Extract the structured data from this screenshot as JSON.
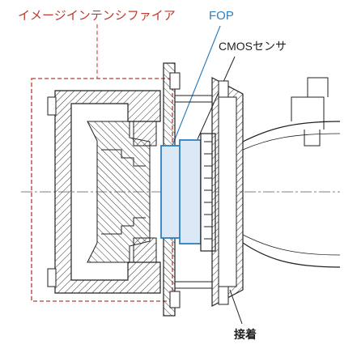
{
  "labels": {
    "intensifier": "イメージインテンシファイア",
    "fop": "FOP",
    "sensor": "CMOSセンサ",
    "bond": "接着"
  },
  "colors": {
    "intensifier": "#c0392b",
    "fop": "#2e7fc0",
    "fop_fill": "#dbe8f6",
    "line": "#2b2b2b"
  }
}
